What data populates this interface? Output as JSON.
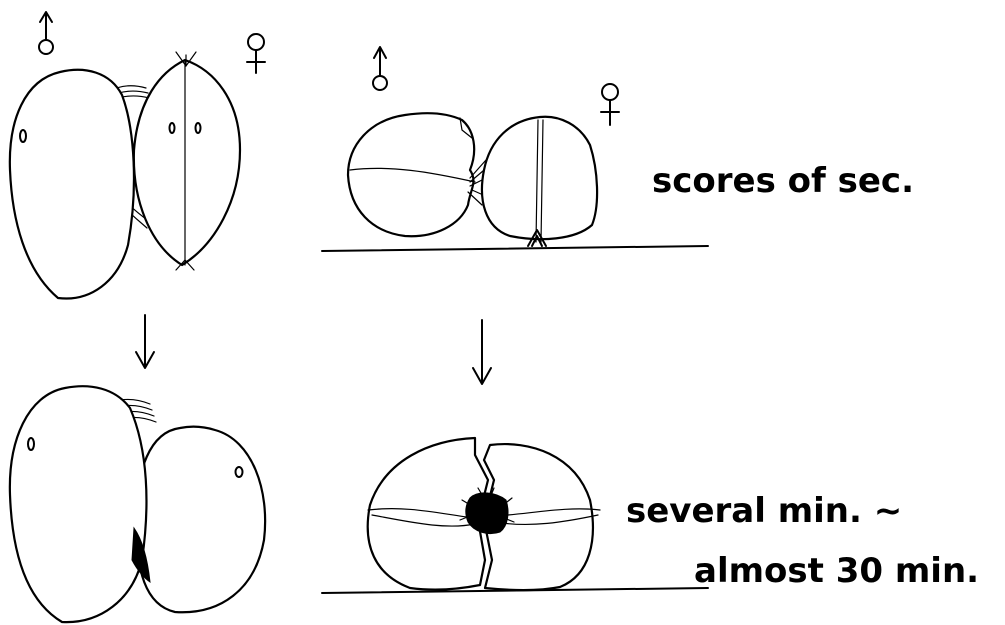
{
  "symbols": {
    "male": "♂",
    "female": "♀"
  },
  "stages": [
    {
      "caption_lines": [
        "scores of sec."
      ]
    },
    {
      "caption_lines": [
        "several min. ~",
        "almost 30 min."
      ]
    }
  ],
  "colors": {
    "ink": "#000000",
    "paper": "#ffffff"
  }
}
